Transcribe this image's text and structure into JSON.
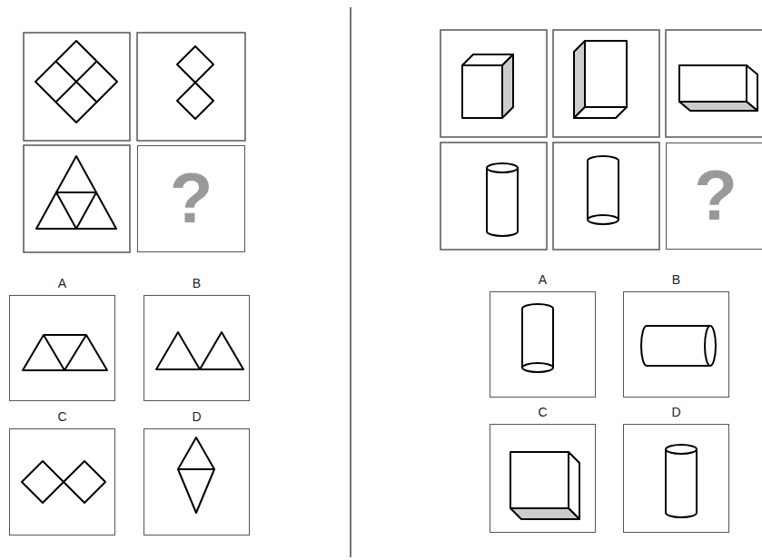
{
  "diagram": {
    "nodes": [
      {
        "text": [
          "?"
        ]
      },
      {
        "text": [
          "A"
        ]
      },
      {
        "text": [
          "B"
        ]
      },
      {
        "text": [
          "C"
        ]
      },
      {
        "text": [
          "D"
        ]
      },
      {
        "text": [
          "?"
        ]
      },
      {
        "text": [
          "A"
        ]
      },
      {
        "text": [
          "B"
        ]
      },
      {
        "text": [
          "C"
        ]
      },
      {
        "text": [
          "D"
        ]
      }
    ]
  }
}
